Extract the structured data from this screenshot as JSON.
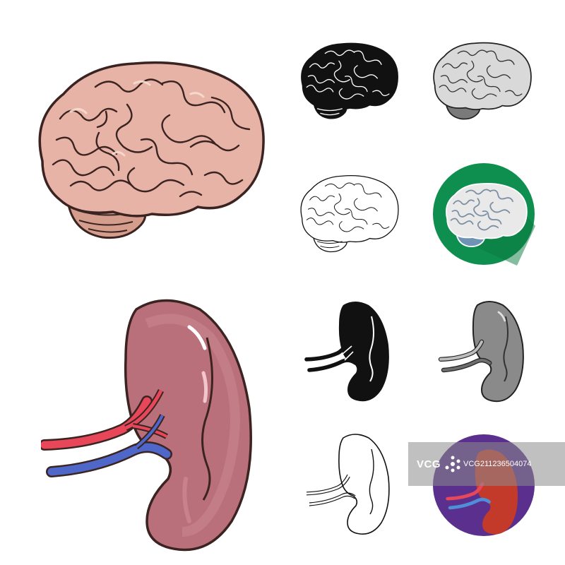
{
  "colors": {
    "brain_fill": "#e7b3a6",
    "brain_light": "#f1cdbf",
    "brain_stroke": "#3a2320",
    "cerebellum": "#d49d8c",
    "kidney_fill": "#b9707a",
    "kidney_dark": "#9c5560",
    "artery": "#e8475a",
    "vein": "#4f67c8",
    "green_circle": "#0f8f4f",
    "purple_circle": "#5a2f8d",
    "kidney_red": "#c43a2a",
    "gray_fill": "#8a8a8a",
    "light_gray_fill": "#d9d9d9",
    "black_fill": "#111111"
  },
  "icons": [
    {
      "name": "brain-cartoon-icon",
      "style": "cartoon"
    },
    {
      "name": "brain-black-icon",
      "style": "black"
    },
    {
      "name": "brain-monochrome-icon",
      "style": "monochrome"
    },
    {
      "name": "brain-outline-icon",
      "style": "outline"
    },
    {
      "name": "brain-flat-icon",
      "style": "flat"
    },
    {
      "name": "kidney-cartoon-icon",
      "style": "cartoon"
    },
    {
      "name": "kidney-black-icon",
      "style": "black"
    },
    {
      "name": "kidney-monochrome-icon",
      "style": "monochrome"
    },
    {
      "name": "kidney-outline-icon",
      "style": "outline"
    },
    {
      "name": "kidney-flat-icon",
      "style": "flat"
    }
  ],
  "watermark": {
    "logo": "VCG",
    "id": "VCG211236504074"
  }
}
